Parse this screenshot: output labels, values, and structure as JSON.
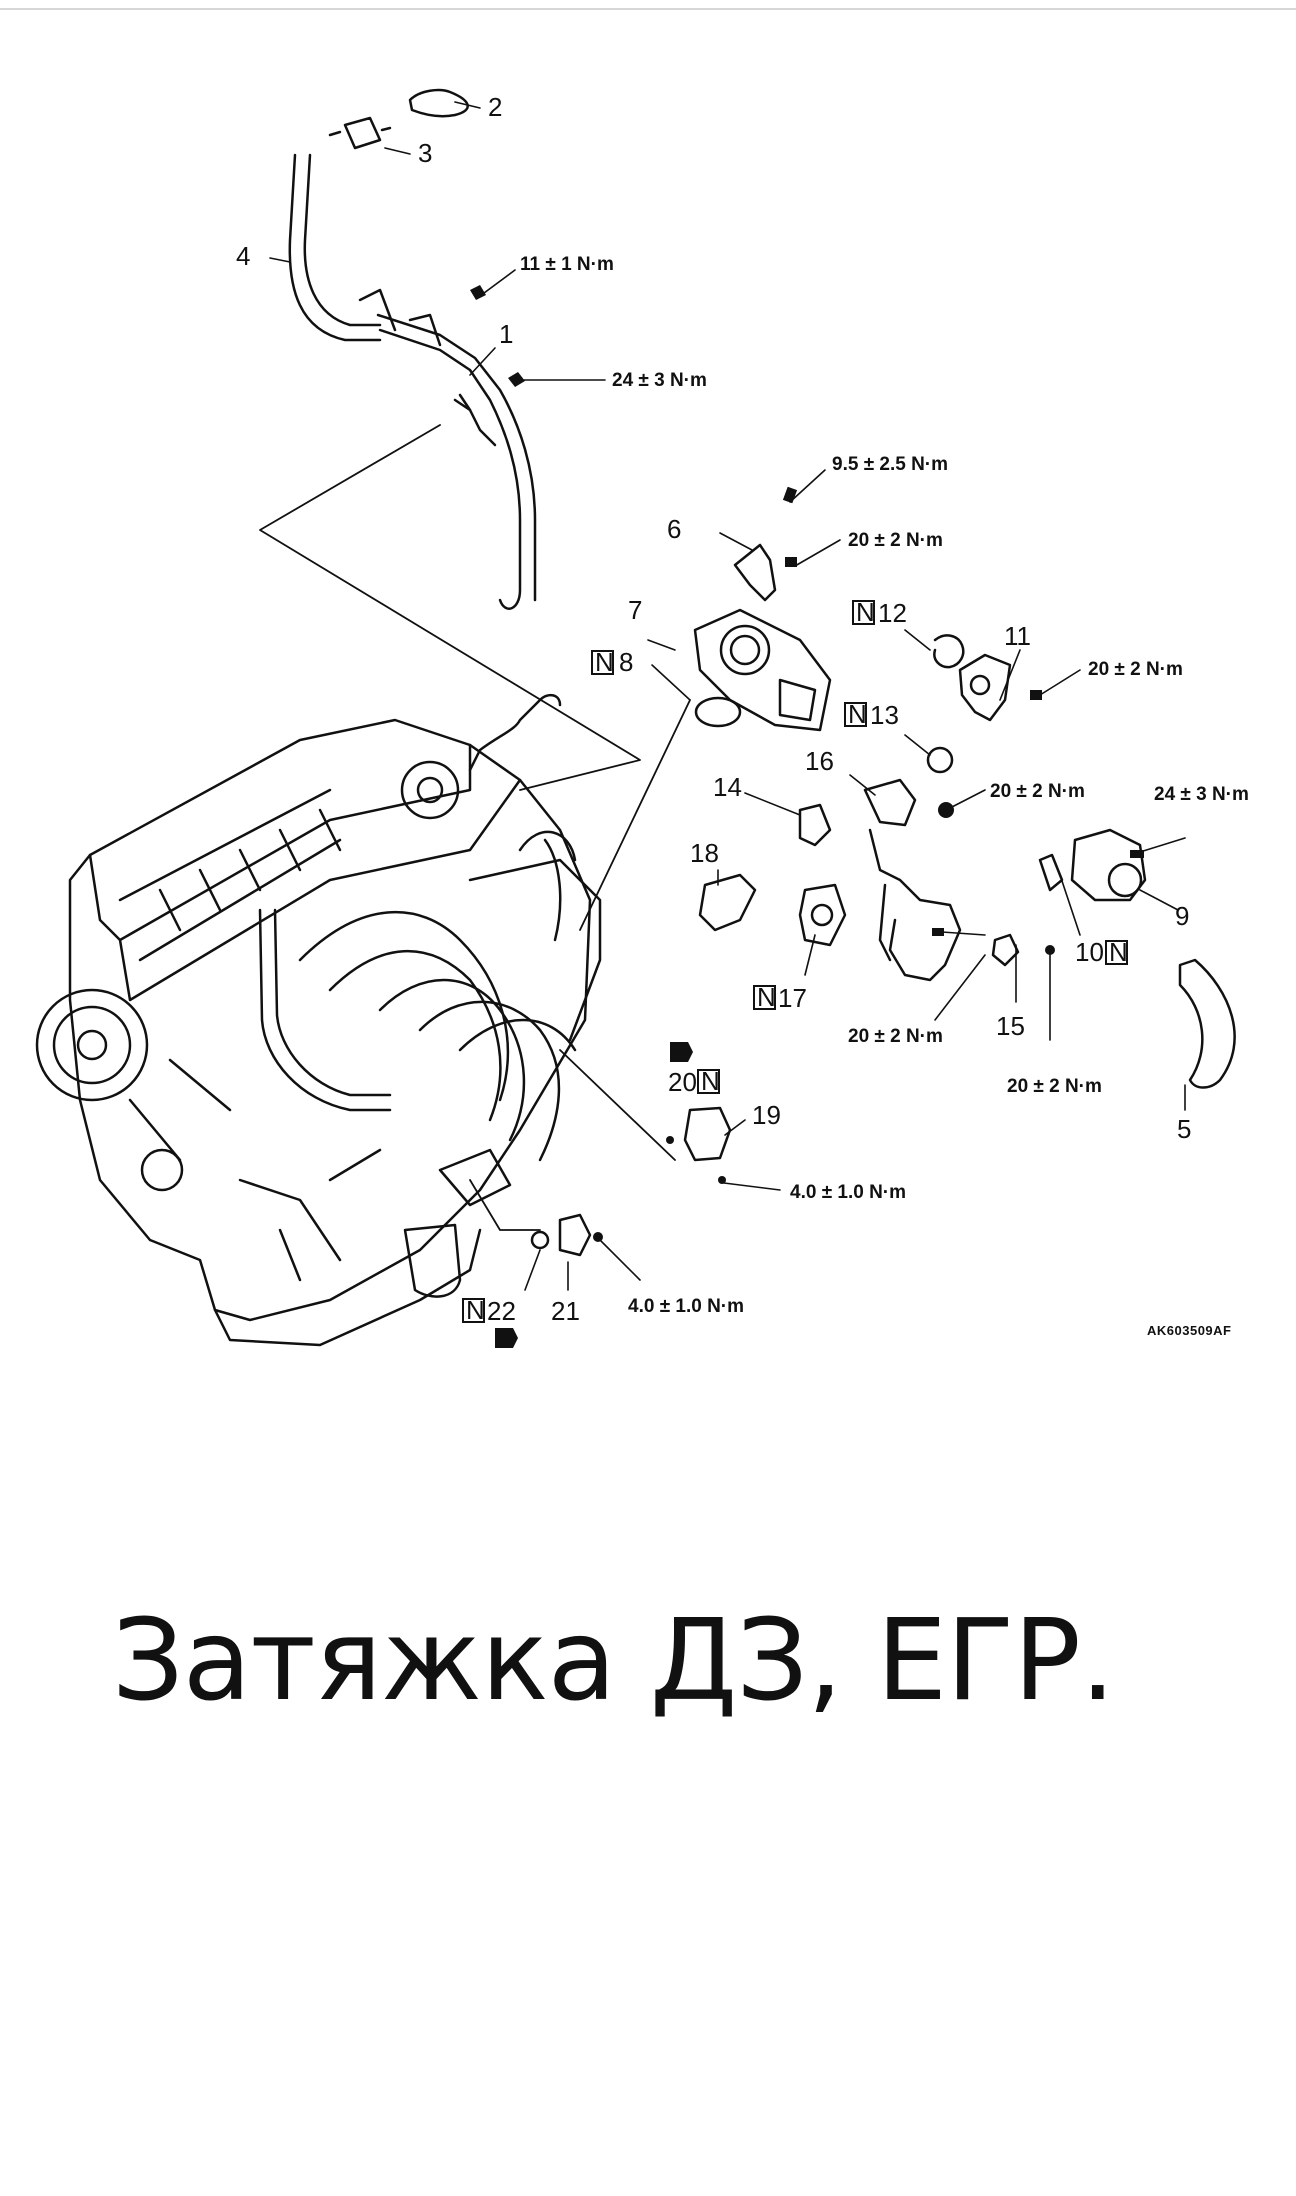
{
  "callouts": {
    "c1": "1",
    "c2": "2",
    "c3": "3",
    "c4": "4",
    "c5": "5",
    "c6": "6",
    "c7": "7",
    "c8": "8",
    "c9": "9",
    "c10": "10",
    "c11": "11",
    "c12": "12",
    "c13": "13",
    "c14": "14",
    "c15": "15",
    "c16": "16",
    "c17": "17",
    "c18": "18",
    "c19": "19",
    "c20": "20",
    "c21": "21",
    "c22": "22"
  },
  "new_part_mark": "N",
  "torques": {
    "t_11": "11 ± 1 N·m",
    "t_24a": "24 ± 3 N·m",
    "t_9_5": "9.5 ± 2.5 N·m",
    "t_20a": "20 ± 2 N·m",
    "t_20b": "20 ± 2 N·m",
    "t_20c": "20 ± 2 N·m",
    "t_24b": "24 ± 3 N·m",
    "t_20d": "20 ± 2 N·m",
    "t_20e": "20 ± 2 N·m",
    "t_4a": "4.0 ± 1.0 N·m",
    "t_4b": "4.0 ± 1.0 N·m"
  },
  "figure_code": "AK603509AF",
  "caption": "Затяжка ДЗ, ЕГР."
}
